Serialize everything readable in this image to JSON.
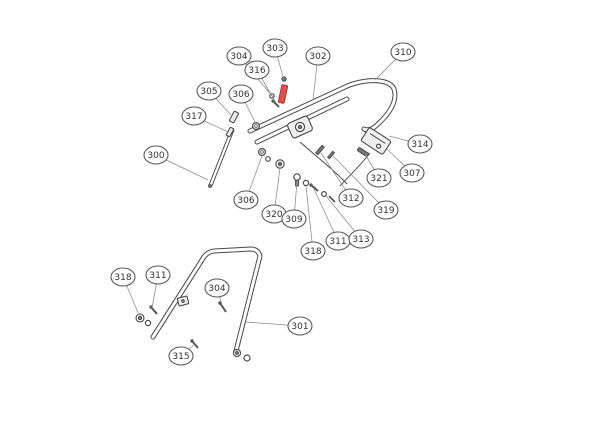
{
  "diagram": {
    "type": "exploded-parts-diagram",
    "subject": "handle-assembly",
    "background_color": "#ffffff",
    "line_color": "#4a4a4a",
    "callout_stroke_color": "#5a5a5a",
    "highlight_color": "#d9534f",
    "callouts": [
      {
        "label": "304"
      },
      {
        "label": "303"
      },
      {
        "label": "302"
      },
      {
        "label": "310"
      },
      {
        "label": "316"
      },
      {
        "label": "305"
      },
      {
        "label": "306"
      },
      {
        "label": "317"
      },
      {
        "label": "300"
      },
      {
        "label": "314"
      },
      {
        "label": "307"
      },
      {
        "label": "321"
      },
      {
        "label": "319"
      },
      {
        "label": "312"
      },
      {
        "label": "306"
      },
      {
        "label": "320"
      },
      {
        "label": "309"
      },
      {
        "label": "318"
      },
      {
        "label": "311"
      },
      {
        "label": "313"
      },
      {
        "label": "318"
      },
      {
        "label": "311"
      },
      {
        "label": "304"
      },
      {
        "label": "301"
      },
      {
        "label": "315"
      }
    ]
  }
}
